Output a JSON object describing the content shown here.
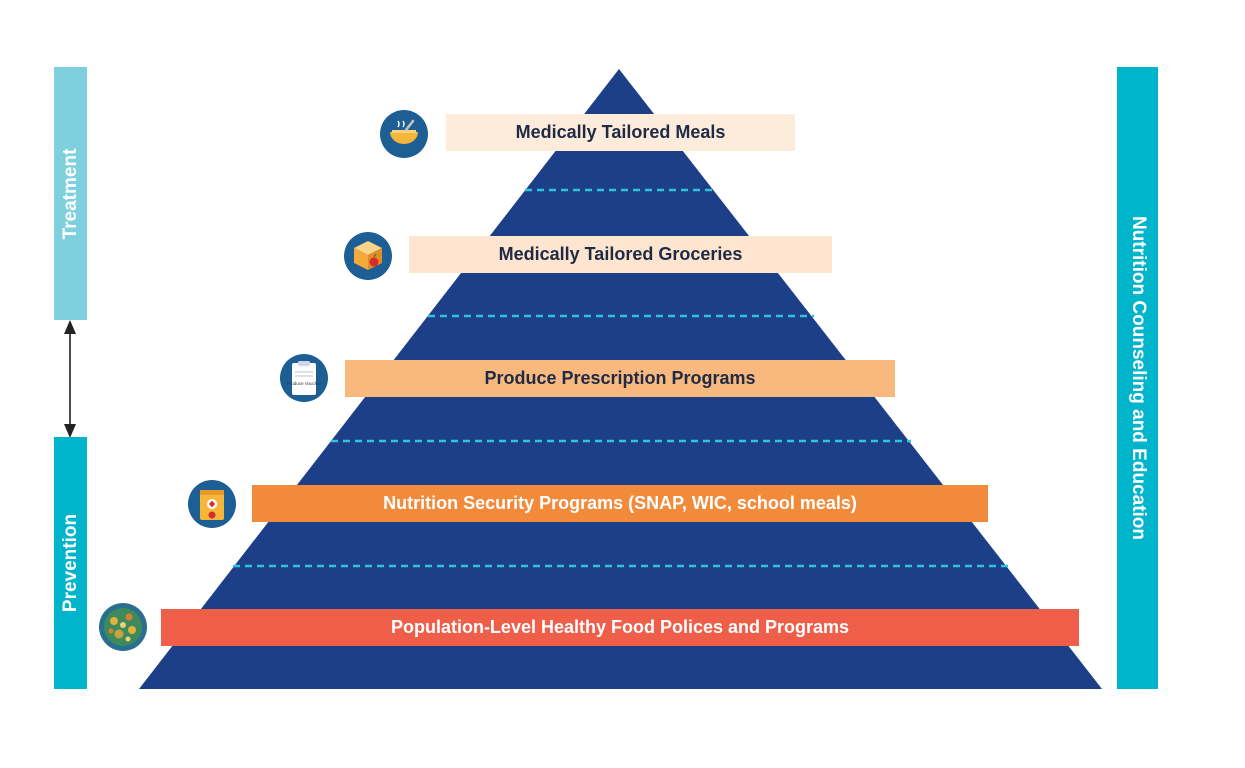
{
  "side_labels": {
    "treatment": "Treatment",
    "prevention": "Prevention",
    "right": "Nutrition Counseling and Education"
  },
  "levels": [
    {
      "label": "Medically Tailored Meals",
      "icon": "bowl-icon",
      "fill": "#fdebdc",
      "text_color": "#1f2a44"
    },
    {
      "label": "Medically Tailored Groceries",
      "icon": "grocery-box-icon",
      "fill": "#fde5cf",
      "text_color": "#1f2a44"
    },
    {
      "label": "Produce Prescription Programs",
      "icon": "produce-voucher-icon",
      "fill": "#f9b97e",
      "text_color": "#1f2a44"
    },
    {
      "label": "Nutrition Security Programs (SNAP, WIC, school meals)",
      "icon": "food-bag-icon",
      "fill": "#f28a3c",
      "text_color": "#ffffff"
    },
    {
      "label": "Population-Level Healthy Food Polices and Programs",
      "icon": "world-food-icon",
      "fill": "#ee5e48",
      "text_color": "#ffffff"
    }
  ],
  "voucher_text": "Produce Voucher",
  "colors": {
    "pyramid": "#1d3f88",
    "dashes": "#2fc3dc",
    "treatment_bar": "#7ed0de",
    "prevention_bar": "#00b4cc",
    "right_bar": "#00b4cc",
    "arrow": "#222222"
  }
}
